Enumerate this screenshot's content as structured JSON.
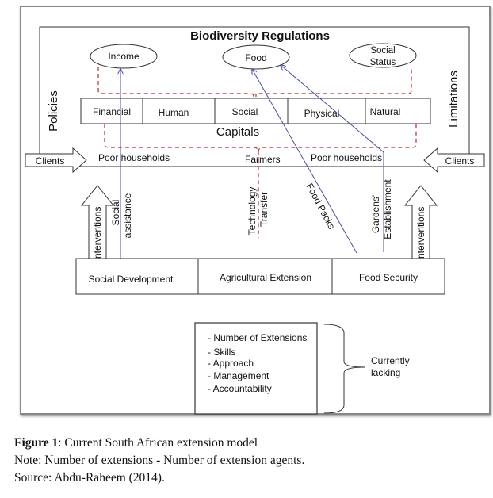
{
  "diagram": {
    "title": "Biodiversity Regulations",
    "outcomes": [
      "Income",
      "Food",
      "Social Status"
    ],
    "side_labels": {
      "left": "Policies",
      "right": "Limitations"
    },
    "capitals": {
      "label": "Capitals",
      "items": [
        "Financial",
        "Human",
        "Social",
        "Physical",
        "Natural"
      ]
    },
    "clients": {
      "left": "Clients",
      "right": "Clients"
    },
    "client_groups": [
      "Poor households",
      "Farmers",
      "Poor households"
    ],
    "interventions": {
      "left": "Interventions",
      "right": "Interventions"
    },
    "flows": {
      "social_assistance": [
        "Social",
        "assistance"
      ],
      "technology_transfer": [
        "Technology",
        "Transfer"
      ],
      "food_packs": "Food Packs",
      "gardens_establishment": [
        "Gardens'",
        "Establishment"
      ]
    },
    "departments": [
      "Social Development",
      "Agricultural Extension",
      "Food Security"
    ],
    "lacking_box": {
      "items": [
        "- Number of Extensions",
        "- Skills",
        "- Approach",
        "- Management",
        "- Accountability"
      ],
      "label": [
        "Currently",
        "lacking"
      ]
    },
    "colors": {
      "red_dashed": "#c0282d",
      "blue_arrow": "#4a4fa3",
      "border": "#333333"
    }
  },
  "caption": {
    "figure_label": "Figure 1",
    "figure_title": ": Current South African extension model",
    "note": "Note: Number of extensions - Number of extension agents.",
    "source": "Source: Abdu-Raheem (2014)."
  }
}
